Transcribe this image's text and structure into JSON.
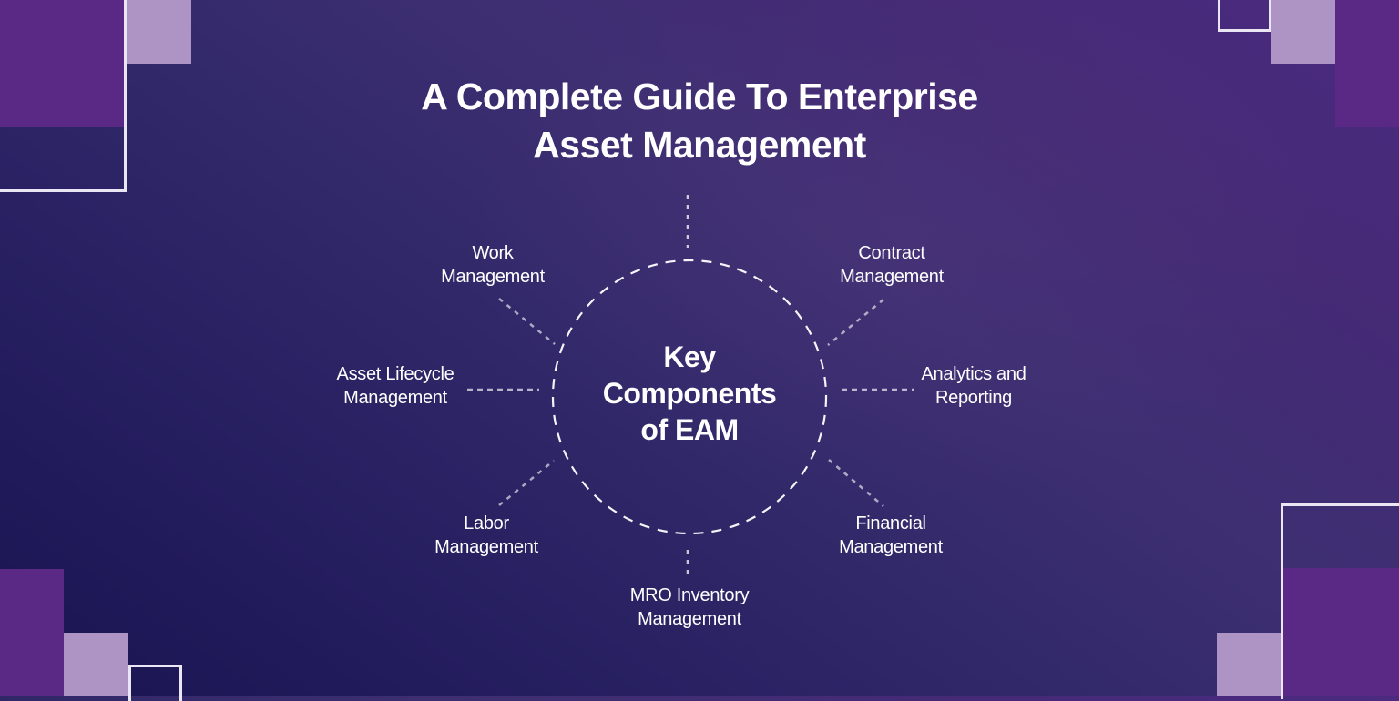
{
  "title": {
    "line1": "A Complete Guide To Enterprise",
    "line2": "Asset Management"
  },
  "center": {
    "line1": "Key",
    "line2": "Components",
    "line3": "of EAM"
  },
  "components": [
    {
      "id": "work",
      "line1": "Work",
      "line2": "Management"
    },
    {
      "id": "contract",
      "line1": "Contract",
      "line2": "Management"
    },
    {
      "id": "asset-lifecycle",
      "line1": "Asset Lifecycle",
      "line2": "Management"
    },
    {
      "id": "analytics",
      "line1": "Analytics and",
      "line2": "Reporting"
    },
    {
      "id": "labor",
      "line1": "Labor",
      "line2": "Management"
    },
    {
      "id": "financial",
      "line1": "Financial",
      "line2": "Management"
    },
    {
      "id": "mro",
      "line1": "MRO Inventory",
      "line2": "Management"
    }
  ],
  "colors": {
    "background_dark": "#1a1452",
    "background_light": "#4b2a80",
    "accent_purple": "#5a2885",
    "accent_lavender": "#ae94c4",
    "line_white": "#ebe6f3"
  }
}
